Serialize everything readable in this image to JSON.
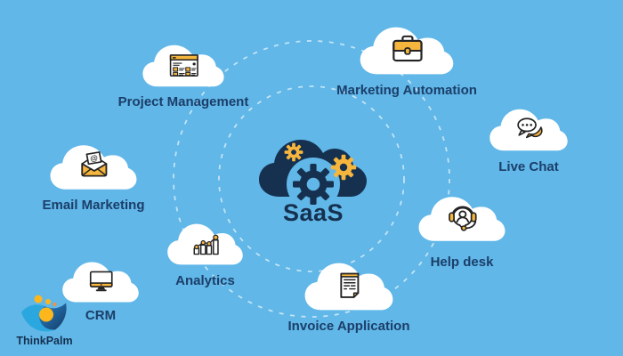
{
  "background_color": "#60b7e8",
  "palette": {
    "center_cloud_navy": "#16304f",
    "label_navy": "#1c3e69",
    "accent_yellow": "#f6b63d",
    "cloud_white": "#ffffff",
    "orbit_ring": "rgba(255,255,255,0.62)"
  },
  "center": {
    "label": "SaaS",
    "icon": "cloud-gears-icon"
  },
  "clouds": [
    {
      "id": "project-management",
      "label": "Project Management",
      "icon": "window-grid-icon"
    },
    {
      "id": "marketing-automation",
      "label": "Marketing Automation",
      "icon": "briefcase-icon"
    },
    {
      "id": "live-chat",
      "label": "Live Chat",
      "icon": "chat-bubbles-icon"
    },
    {
      "id": "help-desk",
      "label": "Help desk",
      "icon": "headset-agent-icon"
    },
    {
      "id": "invoice-application",
      "label": "Invoice Application",
      "icon": "invoice-document-icon"
    },
    {
      "id": "analytics",
      "label": "Analytics",
      "icon": "bar-chart-icon"
    },
    {
      "id": "crm",
      "label": "CRM",
      "icon": "desktop-monitor-icon"
    },
    {
      "id": "email-marketing",
      "label": "Email Marketing",
      "icon": "email-envelope-icon"
    }
  ],
  "icons": {
    "at_symbol": "@"
  },
  "logo": {
    "text": "ThinkPalm",
    "icon": "thinkpalm-wave-logo"
  }
}
